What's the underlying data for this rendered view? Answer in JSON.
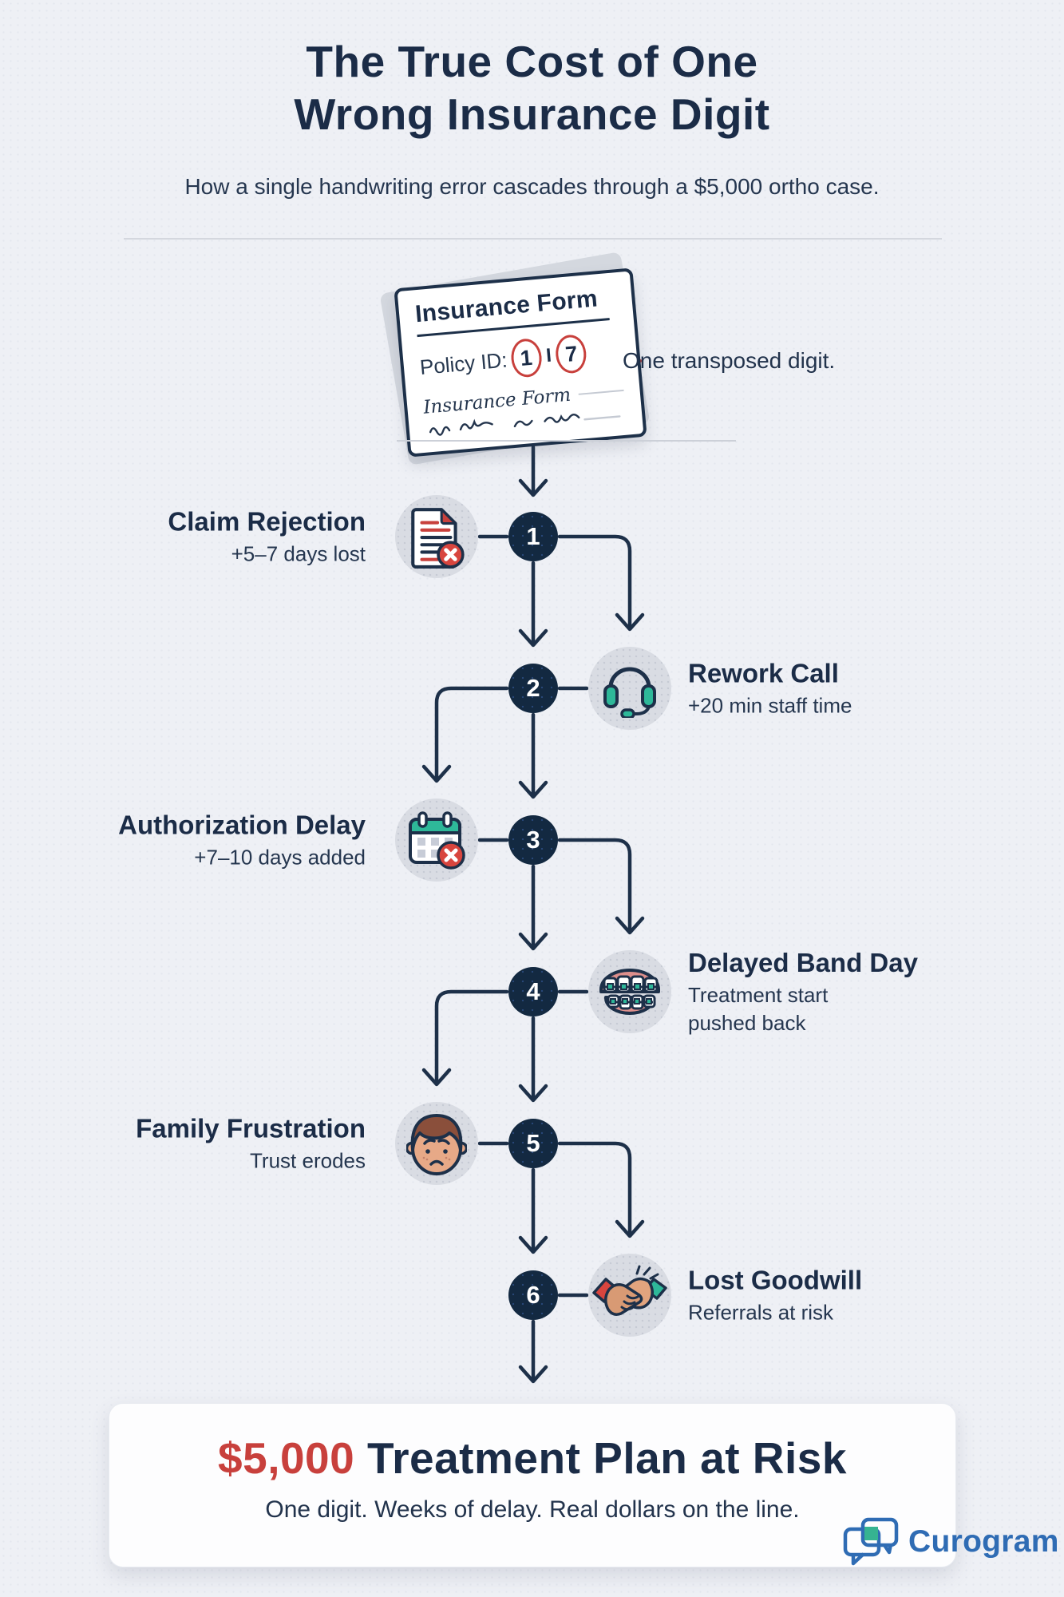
{
  "header": {
    "title_line1": "The True Cost of One",
    "title_line2": "Wrong Insurance Digit",
    "subtitle": "How a single handwriting error cascades through a $5,000 ortho case."
  },
  "form": {
    "title": "Insurance Form",
    "policy_label": "Policy ID:",
    "digit_first": "1",
    "digit_separator": "I",
    "digit_second": "7",
    "signature_text": "Insurance Form",
    "callout": "One transposed digit."
  },
  "steps": [
    {
      "number": "1",
      "side": "left",
      "title": "Claim Rejection",
      "subtitle": "+5–7 days lost",
      "icon": "rejected-document-icon"
    },
    {
      "number": "2",
      "side": "right",
      "title": "Rework Call",
      "subtitle": "+20 min staff time",
      "icon": "headset-icon"
    },
    {
      "number": "3",
      "side": "left",
      "title": "Authorization Delay",
      "subtitle": "+7–10 days added",
      "icon": "calendar-x-icon"
    },
    {
      "number": "4",
      "side": "right",
      "title": "Delayed Band Day",
      "subtitle": "Treatment start pushed back",
      "icon": "braces-teeth-icon"
    },
    {
      "number": "5",
      "side": "left",
      "title": "Family Frustration",
      "subtitle": "Trust erodes",
      "icon": "frustrated-face-icon"
    },
    {
      "number": "6",
      "side": "right",
      "title": "Lost Goodwill",
      "subtitle": "Referrals at risk",
      "icon": "handshake-icon"
    }
  ],
  "outcome": {
    "amount": "$5,000",
    "title_rest": " Treatment Plan at Risk",
    "subtitle": "One digit. Weeks of delay. Real dollars on the line."
  },
  "brand": {
    "name": "Curogram",
    "icon": "chat-bubbles-icon"
  },
  "colors": {
    "background": "#eef0f5",
    "navy": "#1d3049",
    "node_navy": "#132941",
    "red": "#c8403c",
    "teal": "#2eb899",
    "icon_circle_gray": "#d9dce3",
    "card_white": "#fdfdfe",
    "brand_blue": "#2f6cb4"
  }
}
